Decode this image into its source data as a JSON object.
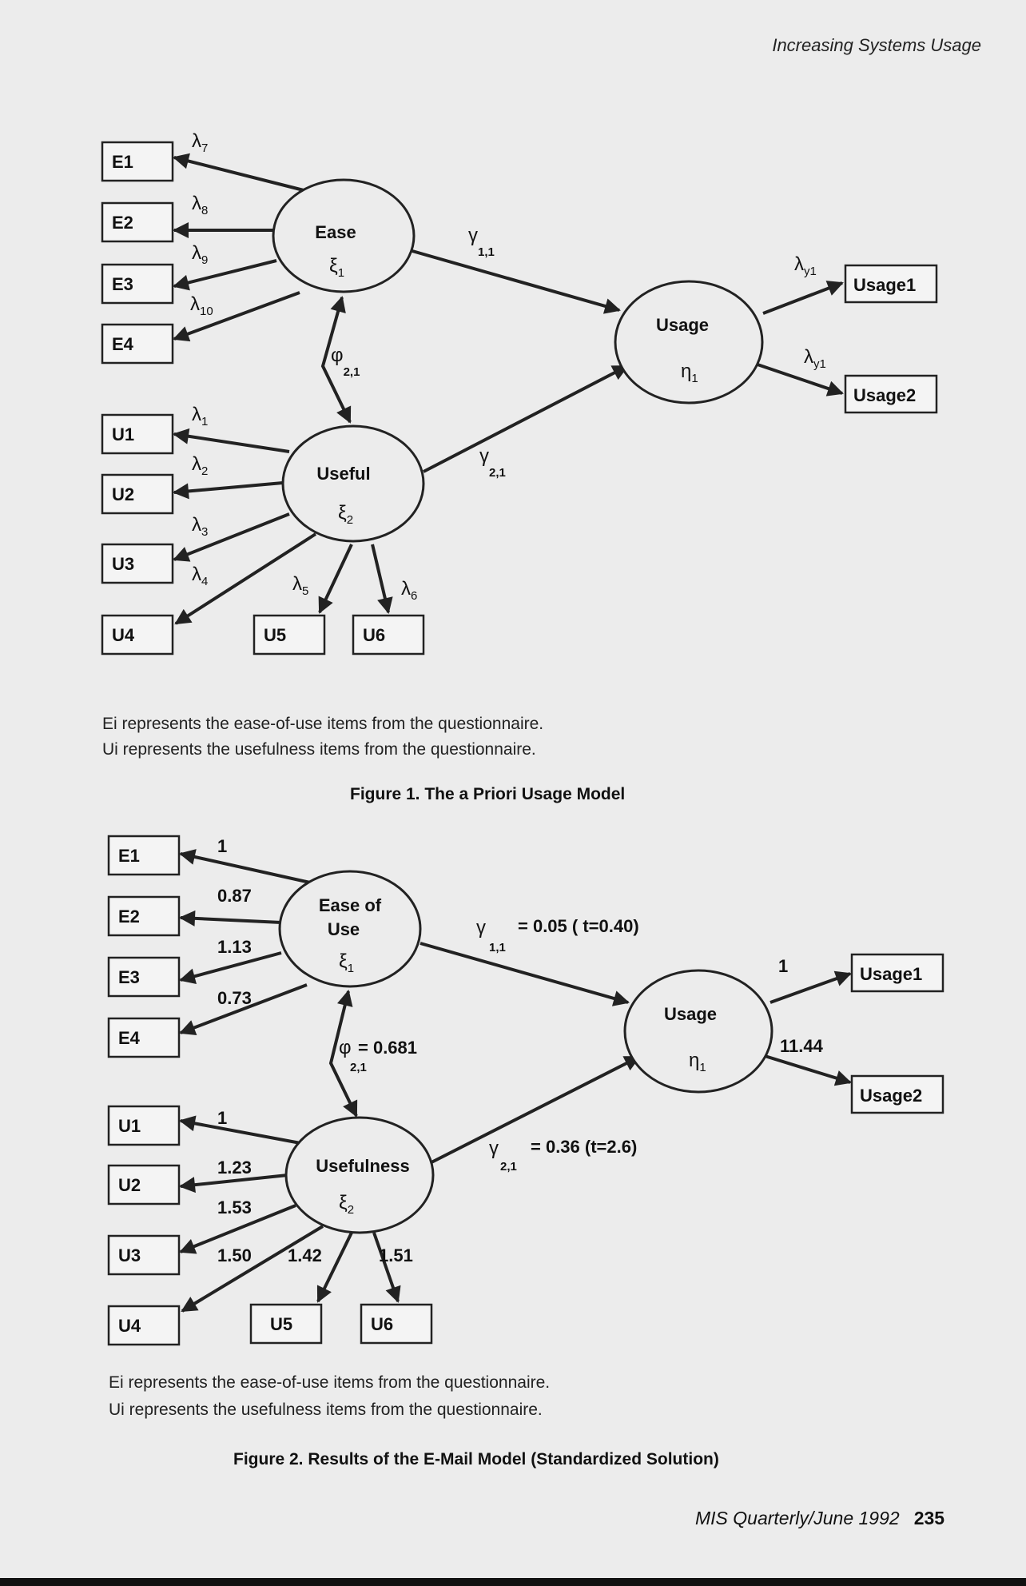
{
  "header": {
    "running_title": "Increasing Systems Usage"
  },
  "figure1": {
    "caption": "Figure 1. The a Priori Usage Model",
    "note_e": "Ei represents the ease-of-use items from the questionnaire.",
    "note_u": "Ui represents the usefulness items from the questionnaire.",
    "boxes": {
      "e1": "E1",
      "e2": "E2",
      "e3": "E3",
      "e4": "E4",
      "u1": "U1",
      "u2": "U2",
      "u3": "U3",
      "u4": "U4",
      "u5": "U5",
      "u6": "U6",
      "usage1": "Usage1",
      "usage2": "Usage2"
    },
    "ease": {
      "name": "Ease",
      "symbol": "ξ",
      "sub": "1"
    },
    "useful": {
      "name": "Useful",
      "symbol": "ξ",
      "sub": "2"
    },
    "usage": {
      "name": "Usage",
      "symbol": "η",
      "sub": "1"
    },
    "loadings": {
      "e1": {
        "symbol": "λ",
        "sub": "7"
      },
      "e2": {
        "symbol": "λ",
        "sub": "8"
      },
      "e3": {
        "symbol": "λ",
        "sub": "9"
      },
      "e4": {
        "symbol": "λ",
        "sub": "10"
      },
      "u1": {
        "symbol": "λ",
        "sub": "1"
      },
      "u2": {
        "symbol": "λ",
        "sub": "2"
      },
      "u3": {
        "symbol": "λ",
        "sub": "3"
      },
      "u4": {
        "symbol": "λ",
        "sub": "4"
      },
      "u5": {
        "symbol": "λ",
        "sub": "5"
      },
      "u6": {
        "symbol": "λ",
        "sub": "6"
      },
      "usage1": {
        "symbol": "λ",
        "sub": "y1"
      },
      "usage2": {
        "symbol": "λ",
        "sub": "y1"
      }
    },
    "gamma11": {
      "symbol": "γ",
      "sub": "1,1"
    },
    "gamma21": {
      "symbol": "γ",
      "sub": "2,1"
    },
    "phi21": {
      "symbol": "φ",
      "sub": "2,1"
    }
  },
  "figure2": {
    "caption": "Figure 2. Results of the E-Mail Model (Standardized Solution)",
    "note_e": "Ei represents the ease-of-use items from the questionnaire.",
    "note_u": "Ui represents the usefulness items from the questionnaire.",
    "boxes": {
      "e1": "E1",
      "e2": "E2",
      "e3": "E3",
      "e4": "E4",
      "u1": "U1",
      "u2": "U2",
      "u3": "U3",
      "u4": "U4",
      "u5": "U5",
      "u6": "U6",
      "usage1": "Usage1",
      "usage2": "Usage2"
    },
    "ease": {
      "name_line1": "Ease of",
      "name_line2": "Use",
      "symbol": "ξ",
      "sub": "1"
    },
    "useful": {
      "name": "Usefulness",
      "symbol": "ξ",
      "sub": "2"
    },
    "usage": {
      "name": "Usage",
      "symbol": "η",
      "sub": "1"
    },
    "loadings": {
      "e1": "1",
      "e2": "0.87",
      "e3": "1.13",
      "e4": "0.73",
      "u1": "1",
      "u2": "1.23",
      "u3": "1.53",
      "u4": "1.50",
      "u5": "1.42",
      "u6": "1.51",
      "usage1": "1",
      "usage2": "11.44"
    },
    "gamma11": {
      "symbol": "γ",
      "sub": "1,1",
      "value": "= 0.05 ( t=0.40)"
    },
    "gamma21": {
      "symbol": "γ",
      "sub": "2,1",
      "value": "= 0.36 (t=2.6)"
    },
    "phi21": {
      "symbol": "φ",
      "sub": "2,1",
      "value": "= 0.681"
    }
  },
  "footer": {
    "journal": "MIS Quarterly/June 1992",
    "page_number": "235"
  }
}
